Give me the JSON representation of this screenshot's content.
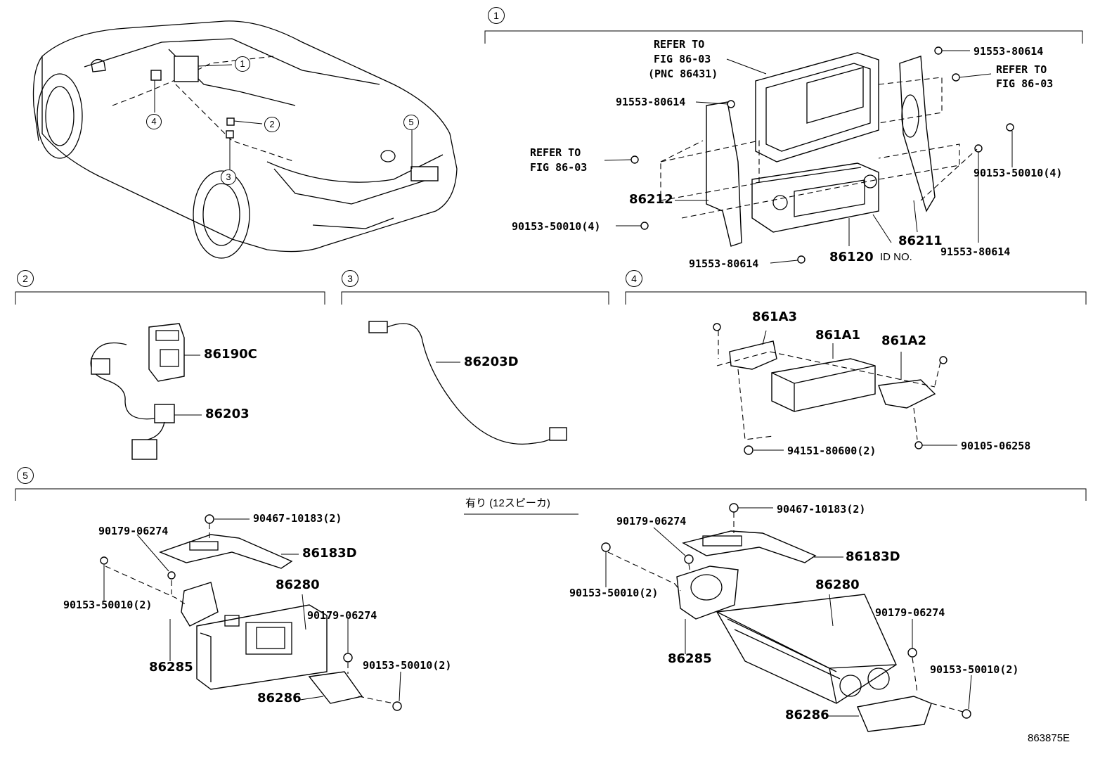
{
  "figure_id": "863875E",
  "sections": [
    {
      "id": "1",
      "label": "1"
    },
    {
      "id": "2",
      "label": "2"
    },
    {
      "id": "3",
      "label": "3"
    },
    {
      "id": "4",
      "label": "4"
    },
    {
      "id": "5",
      "label": "5"
    }
  ],
  "car_callouts": [
    "1",
    "2",
    "3",
    "4",
    "5"
  ],
  "section1": {
    "refer1_line1": "REFER TO",
    "refer1_line2": "FIG 86-03",
    "refer1_line3": "(PNC 86431)",
    "refer2_line1": "REFER TO",
    "refer2_line2": "FIG 86-03",
    "refer3_line1": "REFER TO",
    "refer3_line2": "FIG 86-03",
    "p91553a": "91553-80614",
    "p91553b": "91553-80614",
    "p91553c": "91553-80614",
    "p91553d": "91553-80614",
    "p90153a": "90153-50010(4)",
    "p90153b": "90153-50010(4)",
    "p86212": "86212",
    "p86211": "86211",
    "p86120": "86120",
    "id_no": "ID NO."
  },
  "section2": {
    "p86190c": "86190C",
    "p86203": "86203"
  },
  "section3": {
    "p86203d": "86203D"
  },
  "section4": {
    "p861a3": "861A3",
    "p861a1": "861A1",
    "p861a2": "861A2",
    "p94151": "94151-80600(2)",
    "p90105": "90105-06258"
  },
  "section5": {
    "condition": "有り (12スピーカ)",
    "left": {
      "p90467": "90467-10183(2)",
      "p90179a": "90179-06274",
      "p86183d": "86183D",
      "p90153a": "90153-50010(2)",
      "p86280": "86280",
      "p90179b": "90179-06274",
      "p86285": "86285",
      "p90153b": "90153-50010(2)",
      "p86286": "86286"
    },
    "right": {
      "p90467": "90467-10183(2)",
      "p90179a": "90179-06274",
      "p86183d": "86183D",
      "p90153a": "90153-50010(2)",
      "p86280": "86280",
      "p90179b": "90179-06274",
      "p86285": "86285",
      "p90153b": "90153-50010(2)",
      "p86286": "86286"
    }
  }
}
